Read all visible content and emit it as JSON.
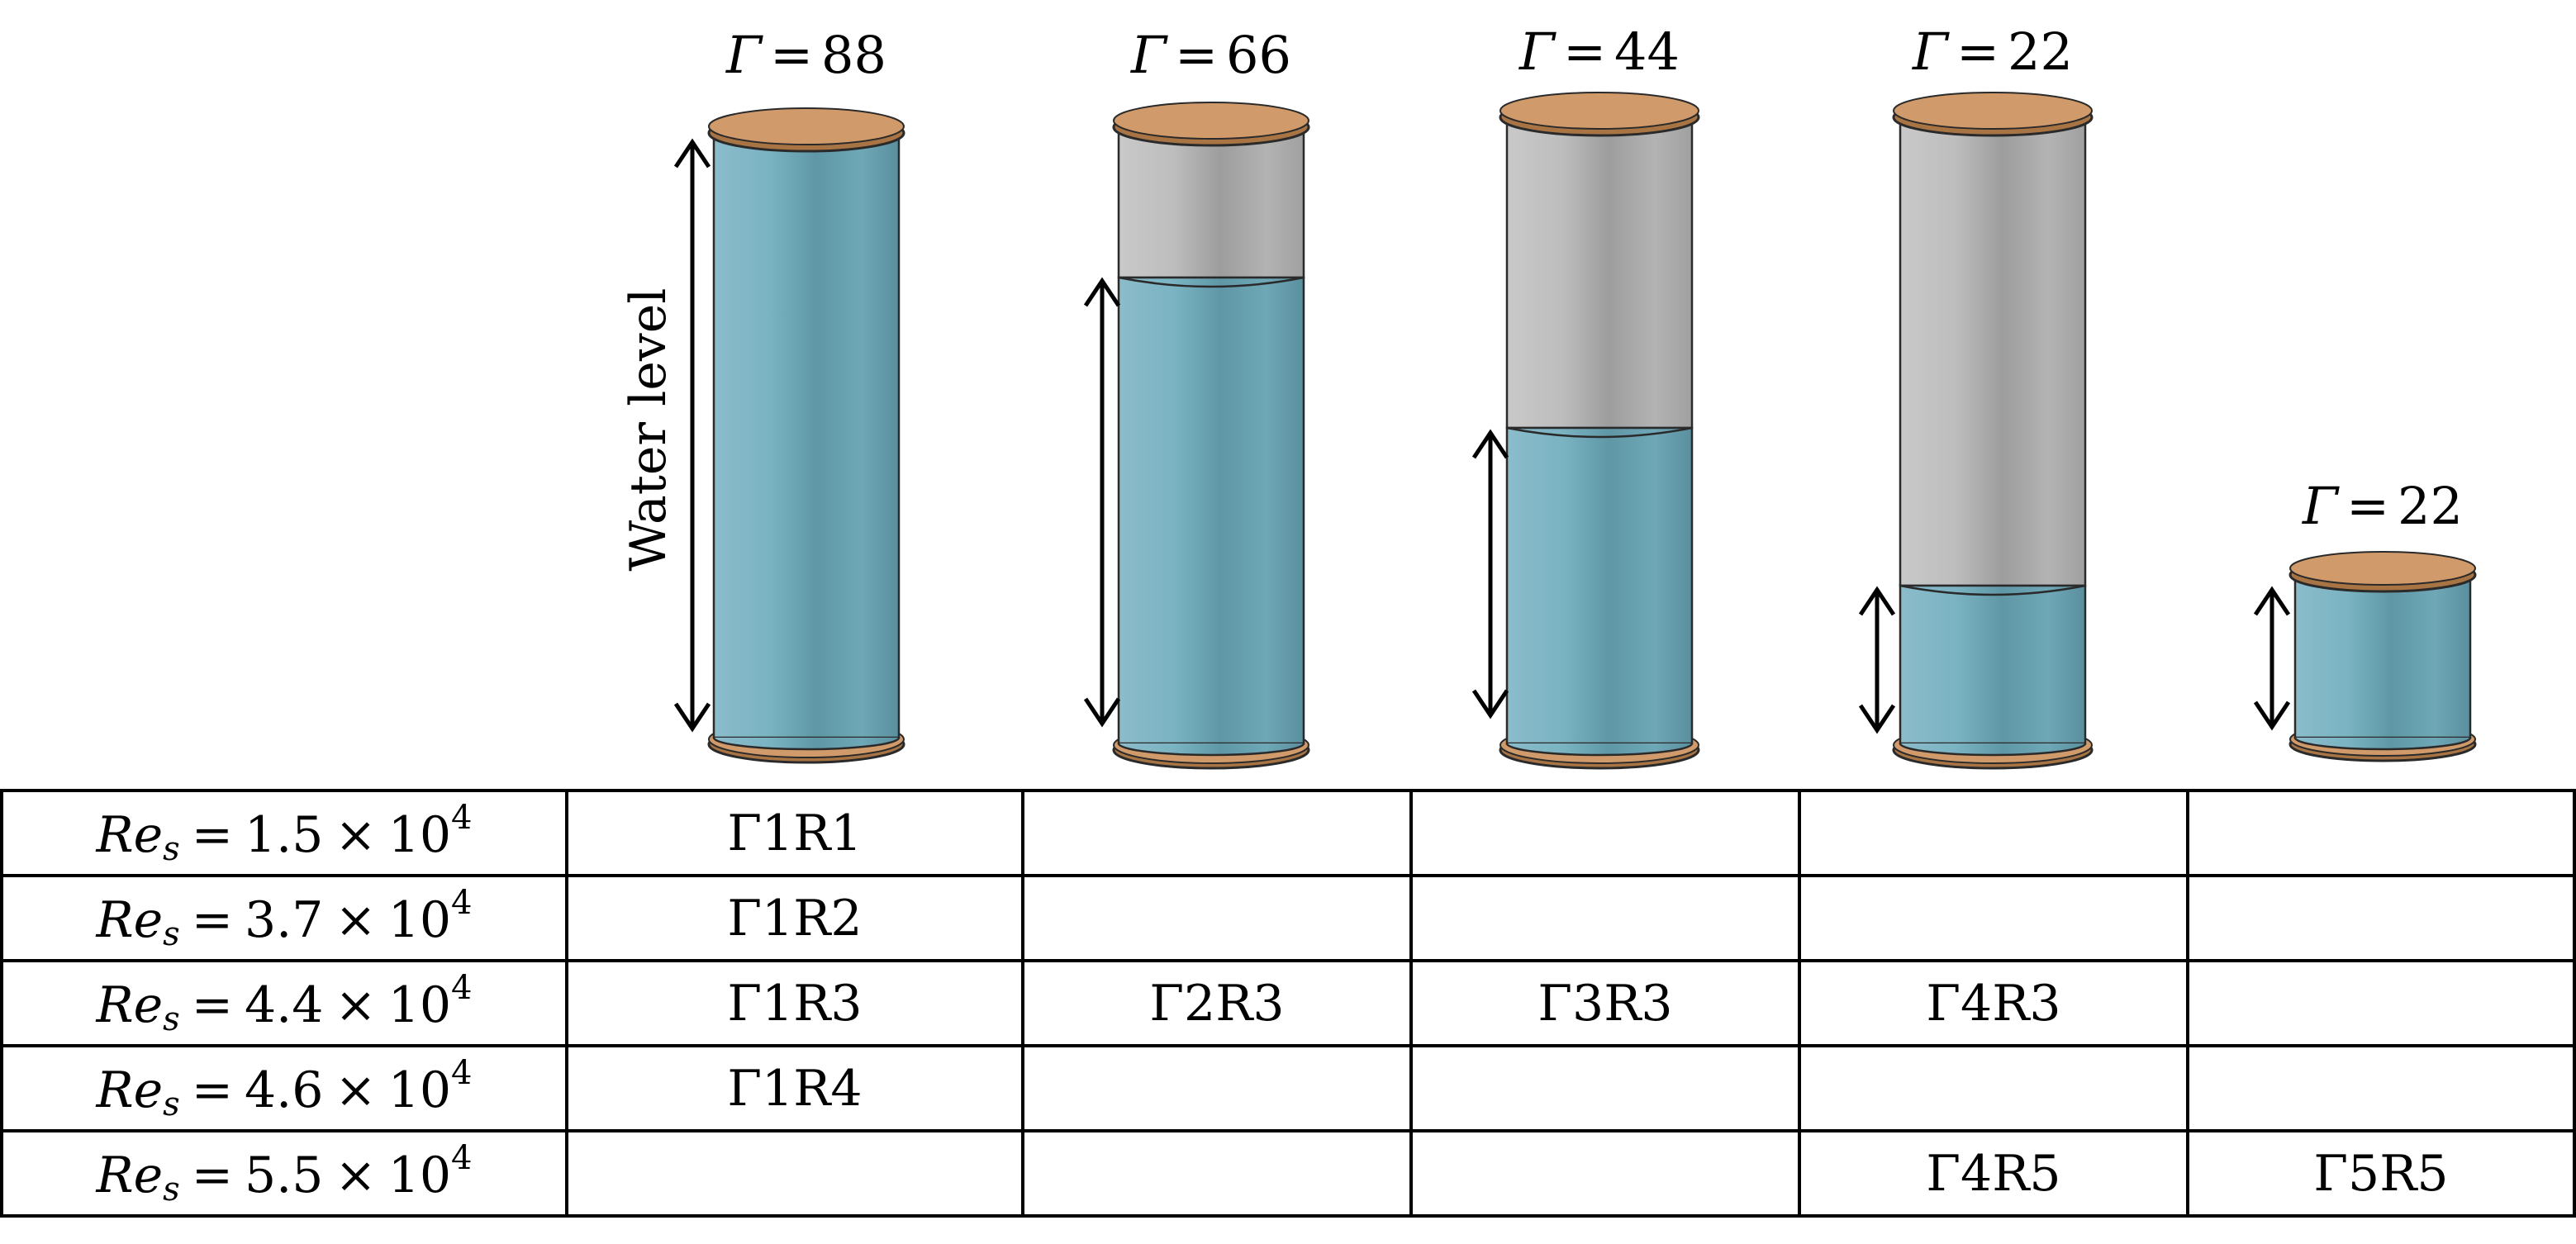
{
  "figure": {
    "water_level_label": "Water level",
    "colors": {
      "water": "#6fa8b8",
      "empty": "#b5b5b5",
      "lid": "#d19a6a",
      "lid_edge": "#a87444",
      "outline": "#2a2a2a"
    },
    "cylinders": [
      {
        "gamma_symbol": "Γ",
        "gamma_value": "88",
        "fill_fraction": 1.0
      },
      {
        "gamma_symbol": "Γ",
        "gamma_value": "66",
        "fill_fraction": 0.75
      },
      {
        "gamma_symbol": "Γ",
        "gamma_value": "44",
        "fill_fraction": 0.5
      },
      {
        "gamma_symbol": "Γ",
        "gamma_value": "22",
        "fill_fraction": 0.25
      },
      {
        "gamma_symbol": "Γ",
        "gamma_value": "22",
        "fill_fraction": 1.0
      }
    ]
  },
  "table": {
    "rows": [
      {
        "re_symbol": "Re",
        "re_sub": "s",
        "re_mantissa": "1.5",
        "re_exp": "4",
        "cells": [
          {
            "g": "Γ",
            "rest": "1R1"
          },
          {
            "g": "",
            "rest": ""
          },
          {
            "g": "",
            "rest": ""
          },
          {
            "g": "",
            "rest": ""
          },
          {
            "g": "",
            "rest": ""
          }
        ]
      },
      {
        "re_symbol": "Re",
        "re_sub": "s",
        "re_mantissa": "3.7",
        "re_exp": "4",
        "cells": [
          {
            "g": "Γ",
            "rest": "1R2"
          },
          {
            "g": "",
            "rest": ""
          },
          {
            "g": "",
            "rest": ""
          },
          {
            "g": "",
            "rest": ""
          },
          {
            "g": "",
            "rest": ""
          }
        ]
      },
      {
        "re_symbol": "Re",
        "re_sub": "s",
        "re_mantissa": "4.4",
        "re_exp": "4",
        "cells": [
          {
            "g": "Γ",
            "rest": "1R3"
          },
          {
            "g": "Γ",
            "rest": "2R3"
          },
          {
            "g": "Γ",
            "rest": "3R3"
          },
          {
            "g": "Γ",
            "rest": "4R3"
          },
          {
            "g": "",
            "rest": ""
          }
        ]
      },
      {
        "re_symbol": "Re",
        "re_sub": "s",
        "re_mantissa": "4.6",
        "re_exp": "4",
        "cells": [
          {
            "g": "Γ",
            "rest": "1R4"
          },
          {
            "g": "",
            "rest": ""
          },
          {
            "g": "",
            "rest": ""
          },
          {
            "g": "",
            "rest": ""
          },
          {
            "g": "",
            "rest": ""
          }
        ]
      },
      {
        "re_symbol": "Re",
        "re_sub": "s",
        "re_mantissa": "5.5",
        "re_exp": "4",
        "cells": [
          {
            "g": "",
            "rest": ""
          },
          {
            "g": "",
            "rest": ""
          },
          {
            "g": "",
            "rest": ""
          },
          {
            "g": "Γ",
            "rest": "4R5"
          },
          {
            "g": "Γ",
            "rest": "5R5"
          }
        ]
      }
    ]
  }
}
